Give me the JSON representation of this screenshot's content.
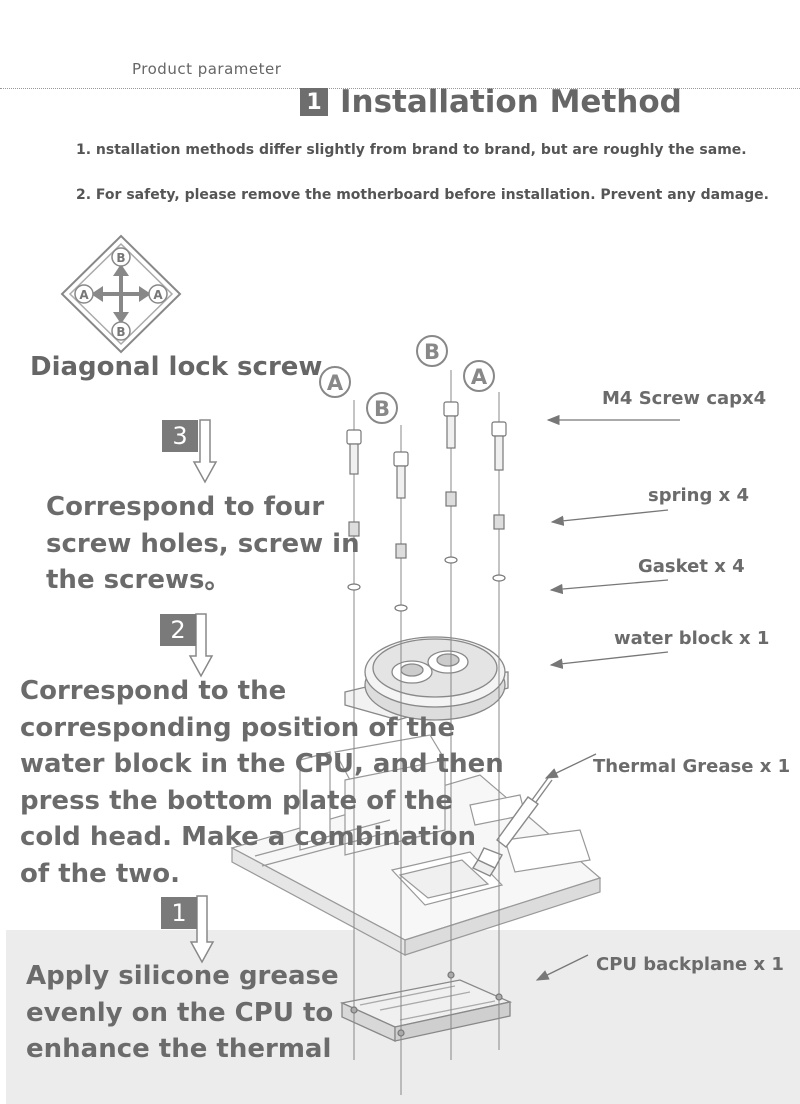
{
  "header": {
    "label": "Product parameter"
  },
  "title": {
    "number": "1",
    "text": "Installation Method"
  },
  "notes": [
    "1. nstallation methods differ slightly from brand to brand, but are roughly the same.",
    "2. For safety, please remove the motherboard before installation. Prevent any damage."
  ],
  "lock_diagram": {
    "marker_a": "A",
    "marker_b": "B",
    "label": "Diagonal lock screw"
  },
  "steps": [
    {
      "number": "3",
      "lines": [
        "Correspond to four",
        "screw holes, screw in",
        "the screws。"
      ]
    },
    {
      "number": "2",
      "lines": [
        "Correspond to the",
        "corresponding position of the",
        "water block in the CPU, and then",
        "press the bottom plate of the",
        "cold head. Make a combination",
        "of the two."
      ]
    },
    {
      "number": "1",
      "lines": [
        "Apply silicone grease",
        "evenly on the CPU to",
        "enhance the thermal"
      ]
    }
  ],
  "parts": [
    "M4 Screw capx4",
    "spring x 4",
    "Gasket x 4",
    "water block x 1",
    "Thermal Grease x 1",
    "CPU backplane x 1"
  ],
  "screw_markers": [
    "A",
    "B",
    "B",
    "A"
  ]
}
